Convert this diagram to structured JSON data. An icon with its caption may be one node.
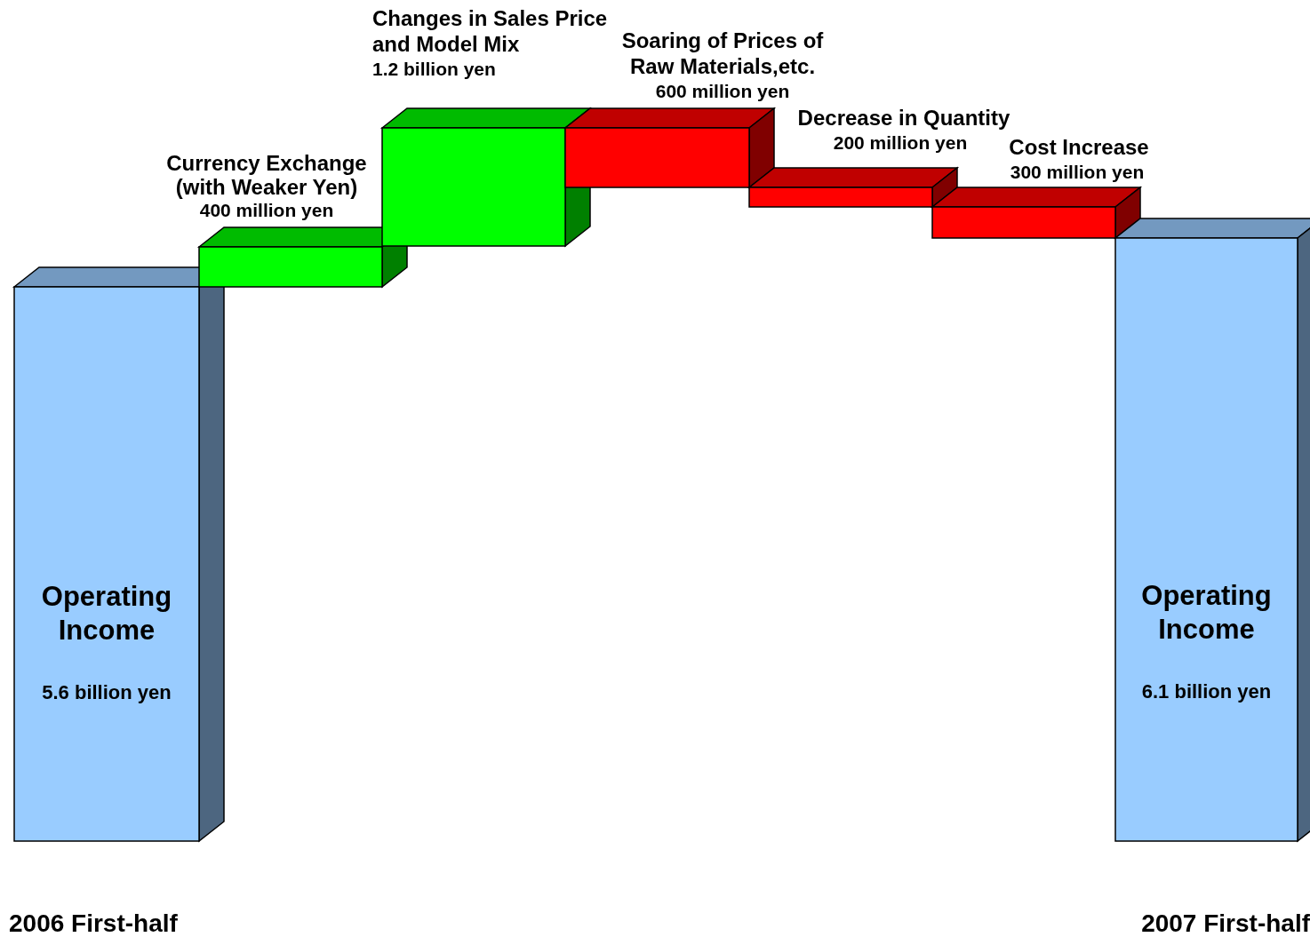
{
  "diagram": {
    "nodes": [
      {
        "text": [
          "Operating Income",
          "5.6 billion yen"
        ],
        "beside": [
          "2006 First-half"
        ]
      },
      {
        "text": [],
        "shape": "bar",
        "beside": [
          "Currency Exchange (with Weaker Yen)",
          "400 million yen"
        ]
      },
      {
        "text": [],
        "shape": "bar",
        "beside": [
          "Changes in Sales Price and Model Mix",
          "1.2 billion yen"
        ]
      },
      {
        "text": [],
        "shape": "bar",
        "beside": [
          "Soaring of Prices of Raw Materials,etc.",
          "600 million yen"
        ]
      },
      {
        "text": [],
        "shape": "bar",
        "beside": [
          "Decrease in Quantity",
          "200 million yen"
        ]
      },
      {
        "text": [],
        "shape": "bar",
        "beside": [
          "Cost Increase",
          "300 million yen"
        ]
      },
      {
        "text": [
          "Operating Income",
          "6.1 billion yen"
        ],
        "beside": [
          "2007 First-half"
        ]
      }
    ]
  }
}
